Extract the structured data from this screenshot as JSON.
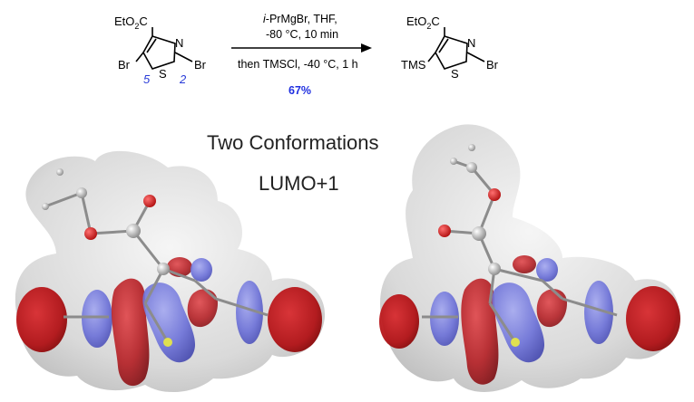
{
  "reaction": {
    "reactant": {
      "ester_label": "EtO",
      "ester_sub": "2",
      "ester_tail": "C",
      "n_atom": "N",
      "s_atom": "S",
      "br_left": "Br",
      "br_right": "Br",
      "position_5": "5",
      "position_2": "2"
    },
    "conditions": {
      "reagent_prefix": "i",
      "reagent_line": "-PrMgBr, THF,",
      "line2": "-80 °C, 10 min",
      "line3": "then TMSCl, -40 °C, 1 h",
      "yield": "67%"
    },
    "product": {
      "ester_label": "EtO",
      "ester_sub": "2",
      "ester_tail": "C",
      "n_atom": "N",
      "s_atom": "S",
      "tms": "TMS",
      "br": "Br"
    }
  },
  "captions": {
    "line1": "Two Conformations",
    "line2": "LUMO+1"
  },
  "colors": {
    "orbital_positive": "#c0282c",
    "orbital_negative": "#6a6fd8",
    "surface": "#c8c8c8",
    "yield_text": "#1f2fe0",
    "position_labels": "#2a3cd8"
  }
}
